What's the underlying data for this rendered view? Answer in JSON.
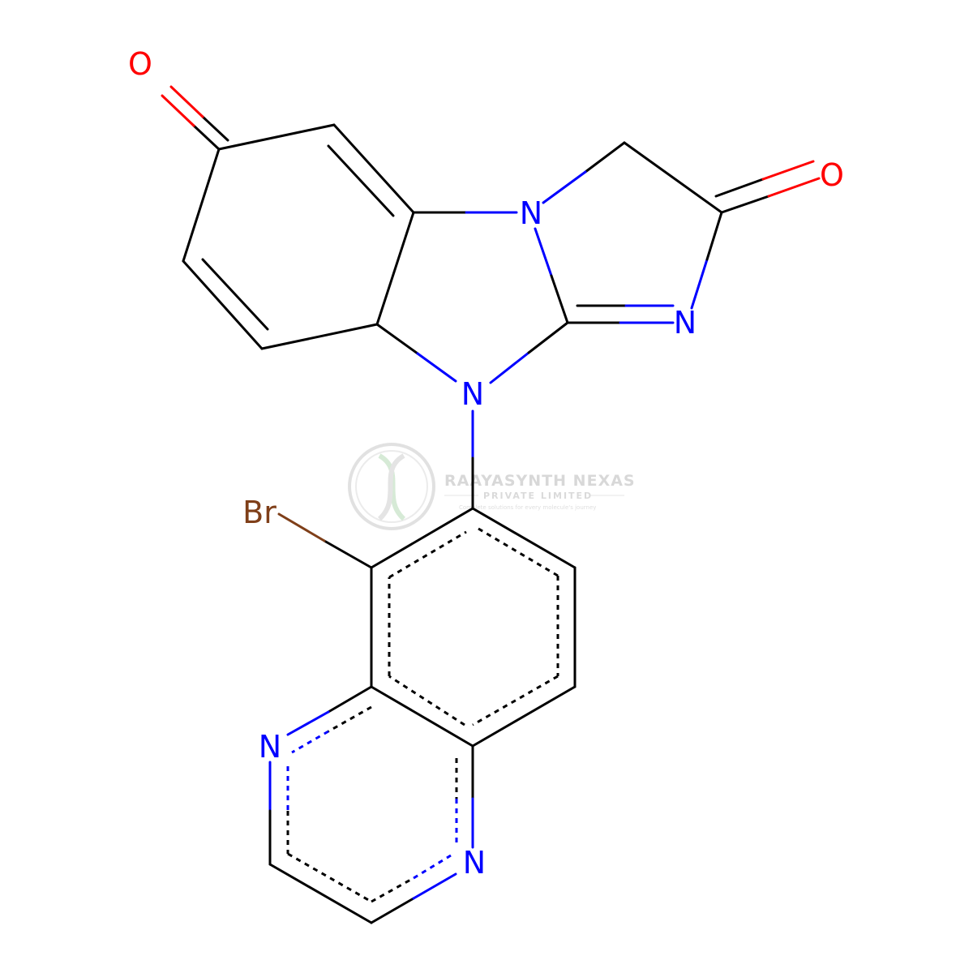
{
  "molecule": {
    "atoms": {
      "o1": "O",
      "o2": "O",
      "n1": "N",
      "n2": "N",
      "n3": "N",
      "br": "Br",
      "n4": "N",
      "n5": "N"
    },
    "colors": {
      "bond": "#000000",
      "nitrogen": "#0000ff",
      "oxygen": "#ff0000",
      "bromine": "#7f3f19"
    }
  },
  "watermark": {
    "title": "RAAYASYNTH NEXAS",
    "subtitle": "PRIVATE LIMITED",
    "tagline": "Complete solutions for every molecule's journey",
    "color": "#b9b9b9"
  }
}
